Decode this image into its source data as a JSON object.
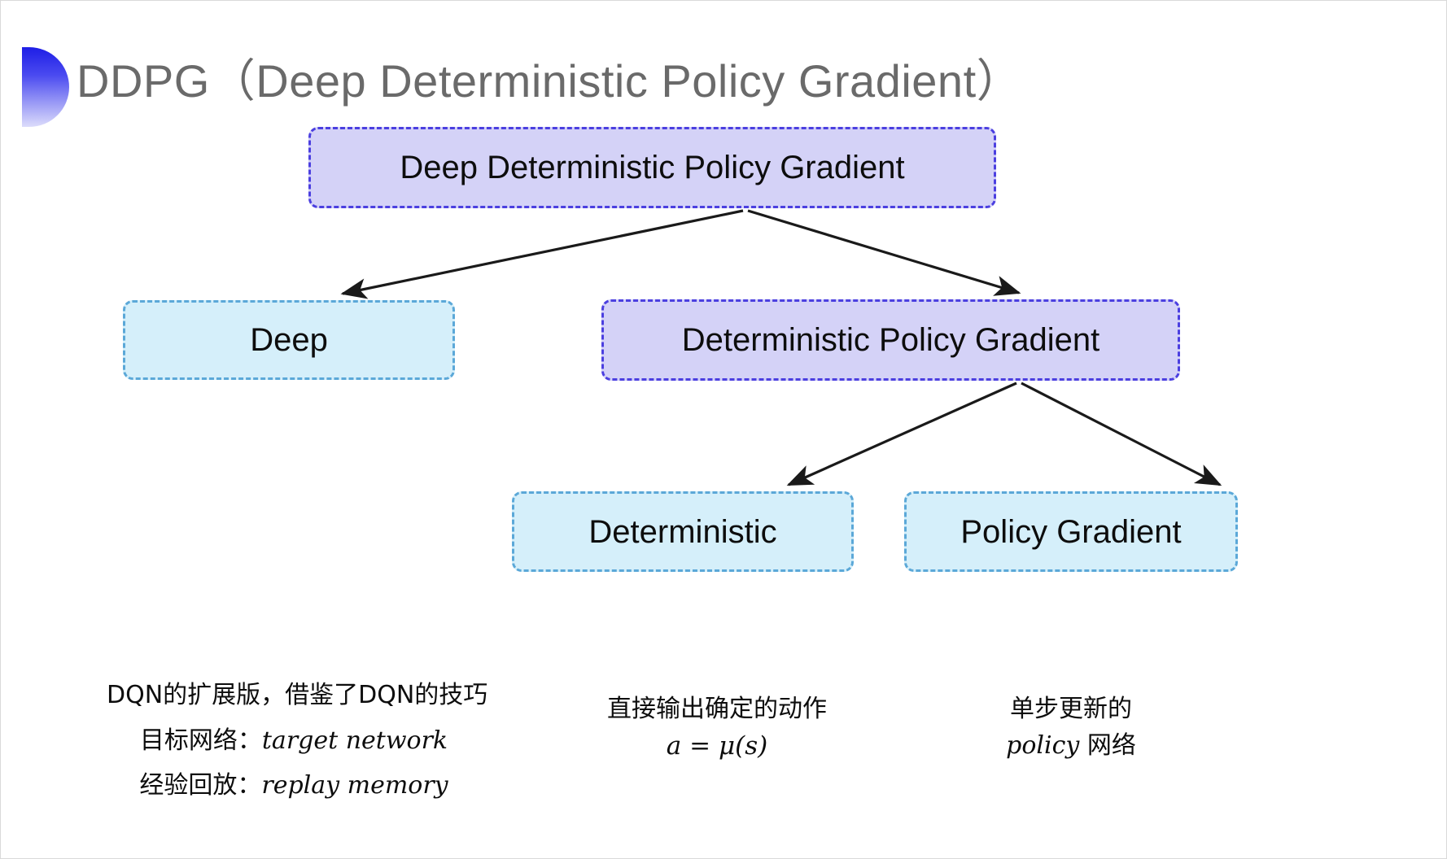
{
  "slide": {
    "title": "DDPG（Deep Deterministic Policy Gradient）",
    "bullet_icon": "gradient-halfcircle-bullet-icon",
    "background_color": "#ffffff"
  },
  "colors": {
    "purple_fill": "#d4d2f7",
    "purple_border": "#4b3fe0",
    "blue_fill": "#d5effa",
    "blue_border": "#5ba8d8",
    "title_text": "#6a6a6a",
    "arrow": "#1a1a1a"
  },
  "diagram": {
    "type": "tree",
    "nodes": [
      {
        "id": "root",
        "label": "Deep Deterministic Policy Gradient",
        "style": "purple",
        "level": 0
      },
      {
        "id": "deep",
        "label": "Deep",
        "style": "blue",
        "level": 1
      },
      {
        "id": "dpg",
        "label": "Deterministic Policy Gradient",
        "style": "purple",
        "level": 1
      },
      {
        "id": "deterministic",
        "label": "Deterministic",
        "style": "blue",
        "level": 2
      },
      {
        "id": "policy_gradient",
        "label": "Policy Gradient",
        "style": "blue",
        "level": 2
      }
    ],
    "edges": [
      {
        "from": "root",
        "to": "deep"
      },
      {
        "from": "root",
        "to": "dpg"
      },
      {
        "from": "dpg",
        "to": "deterministic"
      },
      {
        "from": "dpg",
        "to": "policy_gradient"
      }
    ]
  },
  "captions": {
    "deep": {
      "line1": "DQN的扩展版，借鉴了DQN的技巧",
      "line2_label": "目标网络：",
      "line2_term": "target network",
      "line3_label": "经验回放：",
      "line3_term": "replay memory"
    },
    "deterministic": {
      "line1": "直接输出确定的动作",
      "formula_lhs": "a",
      "formula_op": " = ",
      "formula_rhs": "μ(s)"
    },
    "policy_gradient": {
      "line1": "单步更新的",
      "line2_term": "policy",
      "line2_suffix": " 网络"
    }
  }
}
